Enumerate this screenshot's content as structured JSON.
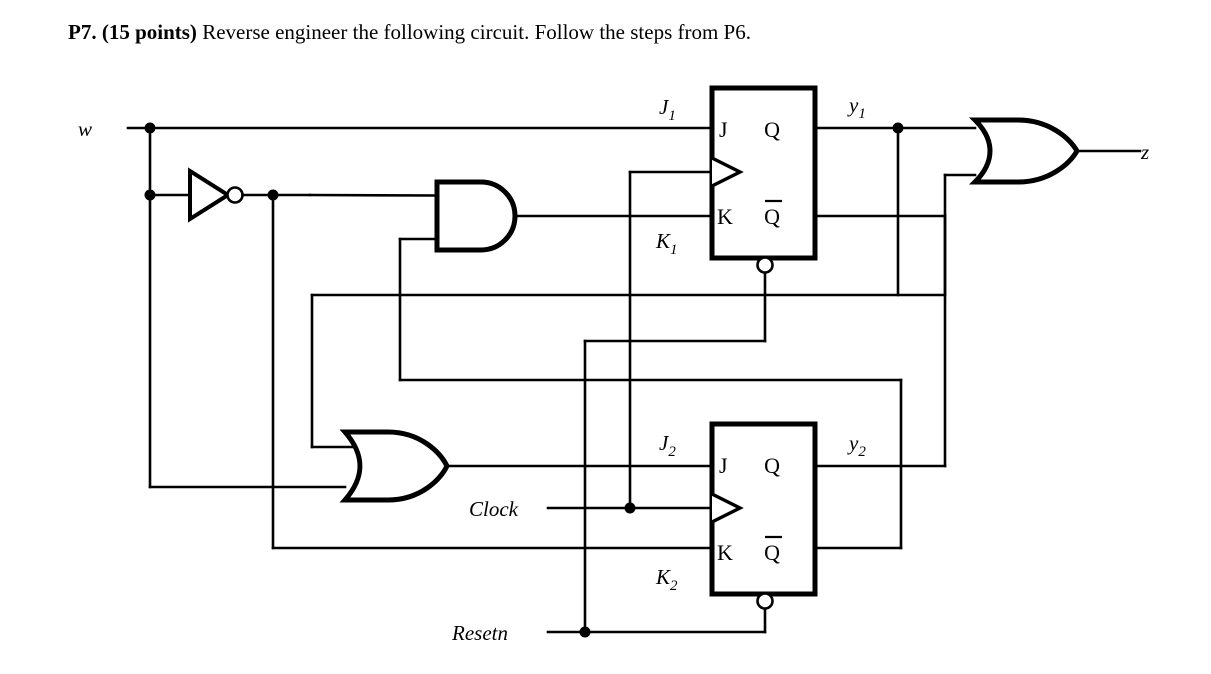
{
  "problem": {
    "number": "P7.",
    "points": "(15 points)",
    "text": " Reverse engineer the following circuit. Follow the steps from P6."
  },
  "circuit": {
    "title": "JK flip-flop sequential circuit with inverter, AND, OR gates",
    "inputs": [
      {
        "name": "w-input",
        "label": "w"
      },
      {
        "name": "clock-input",
        "label": "Clock"
      },
      {
        "name": "resetn-input",
        "label": "Resetn"
      }
    ],
    "outputs": [
      {
        "name": "z-output",
        "label": "z"
      }
    ],
    "wire_labels": [
      {
        "name": "j1-label",
        "base": "J",
        "sub": "1"
      },
      {
        "name": "k1-label",
        "base": "K",
        "sub": "1"
      },
      {
        "name": "y1-label",
        "base": "y",
        "sub": "1"
      },
      {
        "name": "j2-label",
        "base": "J",
        "sub": "2"
      },
      {
        "name": "k2-label",
        "base": "K",
        "sub": "2"
      },
      {
        "name": "y2-label",
        "base": "y",
        "sub": "2"
      }
    ],
    "flipflops": [
      {
        "name": "flipflop-1",
        "j_pin": "J",
        "k_pin": "K",
        "q_pin": "Q",
        "qbar_pin": "Q",
        "qbar_overline": true,
        "clock_pin": "triangle",
        "reset_pin": "active-low-bubble"
      },
      {
        "name": "flipflop-2",
        "j_pin": "J",
        "k_pin": "K",
        "q_pin": "Q",
        "qbar_pin": "Q",
        "qbar_overline": true,
        "clock_pin": "triangle",
        "reset_pin": "active-low-bubble"
      }
    ],
    "gates": [
      {
        "name": "not-gate-w",
        "type": "NOT",
        "inputs": 1
      },
      {
        "name": "and-gate-k1",
        "type": "AND",
        "inputs": 2
      },
      {
        "name": "or-gate-j2",
        "type": "OR",
        "inputs": 2
      },
      {
        "name": "or-gate-z",
        "type": "OR",
        "inputs": 2
      }
    ],
    "colors": {
      "wire": "#000000",
      "background": "#ffffff"
    }
  }
}
